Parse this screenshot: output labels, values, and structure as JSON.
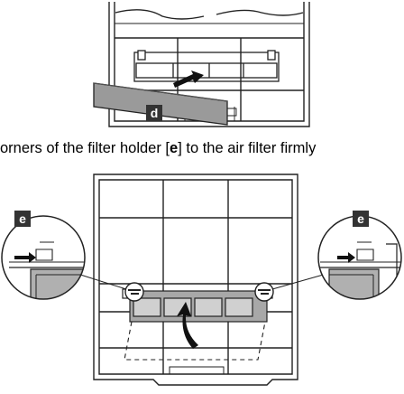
{
  "instruction": {
    "prefix": "orners of the filter holder [",
    "ref": "e",
    "suffix": "] to the air filter firmly"
  },
  "callouts": {
    "d": "d",
    "e_left": "e",
    "e_right": "e"
  },
  "colors": {
    "line": "#222222",
    "gray_fill": "#9a9a9a",
    "light_fill": "#d9d9d9",
    "callout_bg": "#333333"
  }
}
